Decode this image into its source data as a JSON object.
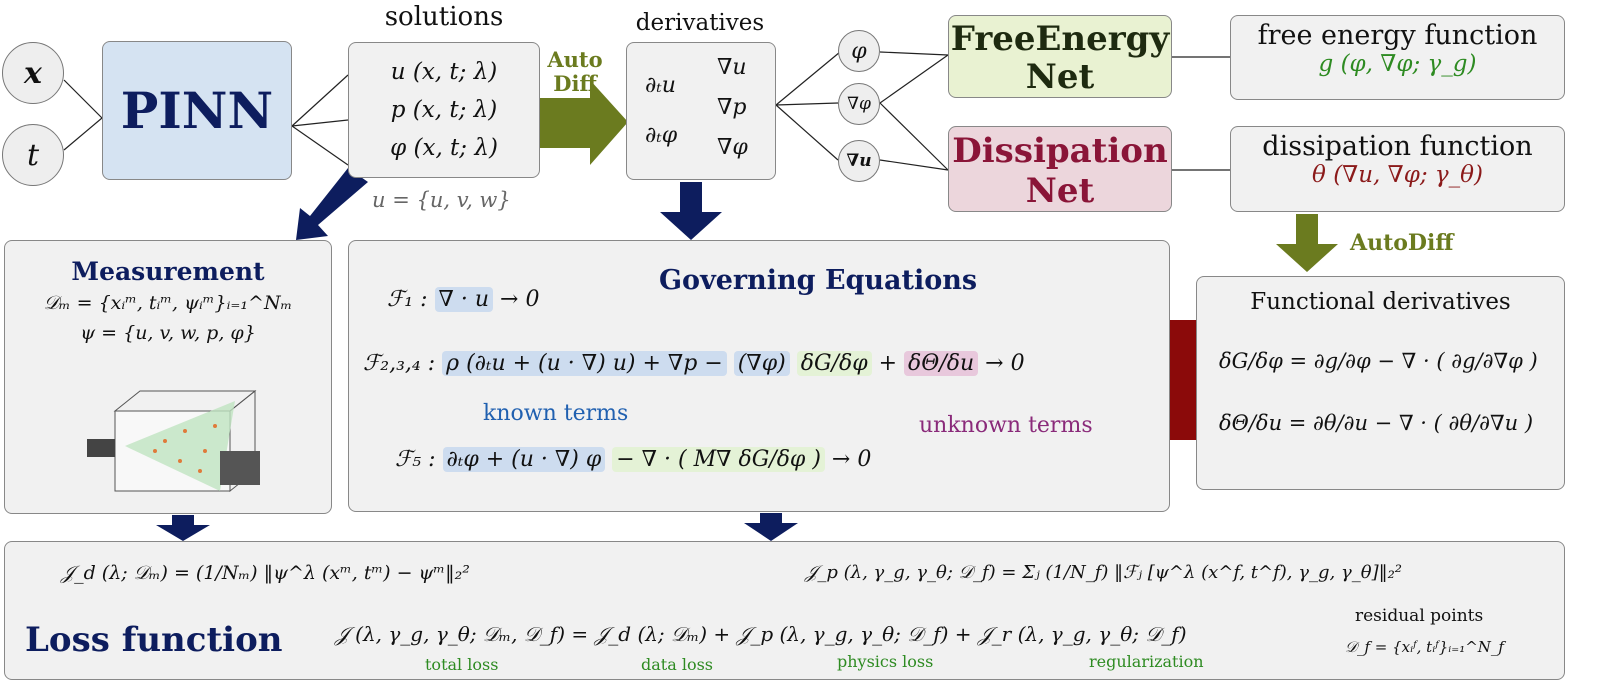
{
  "inputs": {
    "x": "x",
    "t": "t"
  },
  "pinn": {
    "label": "PINN"
  },
  "solutions": {
    "title": "solutions",
    "items": [
      "u (x, t; λ)",
      "p (x, t; λ)",
      "φ (x, t; λ)"
    ],
    "note": "u = {u, v, w}"
  },
  "autodiff1": {
    "line1": "Auto",
    "line2": "Diff"
  },
  "derivatives": {
    "title": "derivatives",
    "left": [
      "∂ₜu",
      "∂ₜφ"
    ],
    "right": [
      "∇u",
      "∇p",
      "∇φ"
    ]
  },
  "nodes": [
    "φ",
    "∇φ",
    "∇u"
  ],
  "free_energy_net": {
    "line1": "FreeEnergy",
    "line2": "Net"
  },
  "dissipation_net": {
    "line1": "Dissipation",
    "line2": "Net"
  },
  "free_energy_function": {
    "title": "free energy function",
    "formula": "g (φ, ∇φ; γ_g)"
  },
  "dissipation_function": {
    "title": "dissipation function",
    "formula": "θ (∇u, ∇φ; γ_θ)"
  },
  "autodiff2": {
    "label": "AutoDiff"
  },
  "measurement": {
    "title": "Measurement",
    "eq1": "𝒟ₘ = {xᵢᵐ, tᵢᵐ, ψᵢᵐ}ᵢ₌₁^Nₘ",
    "eq2": "ψ = {u, v, w, p, φ}"
  },
  "governing": {
    "title": "Governing Equations",
    "f1_label": "ℱ₁ :",
    "f1": "∇ · u",
    "f1_tail": "→ 0",
    "f234_label": "ℱ₂,₃,₄ :",
    "f234_known": "ρ (∂ₜu + (u · ∇) u) + ∇p −",
    "f234_grad": "(∇φ)",
    "f234_dG": "δG/δφ",
    "f234_plus": "+",
    "f234_dT": "δΘ/δu",
    "f234_tail": "→ 0",
    "known_terms": "known terms",
    "unknown_terms": "unknown terms",
    "f5_label": "ℱ₅ :",
    "f5_known": "∂ₜφ + (u · ∇) φ",
    "f5_unknown": "− ∇ · ( M∇ δG/δφ )",
    "f5_tail": "→ 0"
  },
  "functional": {
    "title": "Functional derivatives",
    "eq1": "δG/δφ = ∂g/∂φ − ∇ · ( ∂g/∂∇φ )",
    "eq2": "δΘ/δu = ∂θ/∂u − ∇ · ( ∂θ/∂∇u )"
  },
  "loss": {
    "title": "Loss function",
    "jd": "𝒥_d (λ; 𝒟ₘ) = (1/Nₘ) ‖ψ^λ (xᵐ, tᵐ) − ψᵐ‖₂²",
    "jp": "𝒥_p (λ, γ_g, γ_θ; 𝒟_f) = Σⱼ (1/N_f) ‖ℱⱼ [ψ^λ (x^f, t^f), γ_g, γ_θ]‖₂²",
    "total_eq": "𝒥 (λ, γ_g, γ_θ; 𝒟ₘ, 𝒟_f) = 𝒥_d (λ; 𝒟ₘ) + 𝒥_p (λ, γ_g, γ_θ; 𝒟_f) + 𝒥_r (λ, γ_g, γ_θ; 𝒟_f)",
    "labels": [
      "total loss",
      "data loss",
      "physics loss",
      "regularization"
    ],
    "residual_title": "residual points",
    "residual_eq": "𝒟_f = {xᵢᶠ, tᵢᶠ}ᵢ₌₁^N_f"
  },
  "colors": {
    "navy": "#0d1d5e",
    "olive": "#6b7b1f",
    "darkred": "#8b0a0a",
    "pinn_fill": "#d5e3f2",
    "fe_fill": "#e9f2d2",
    "diss_fill": "#ecd6dc"
  }
}
